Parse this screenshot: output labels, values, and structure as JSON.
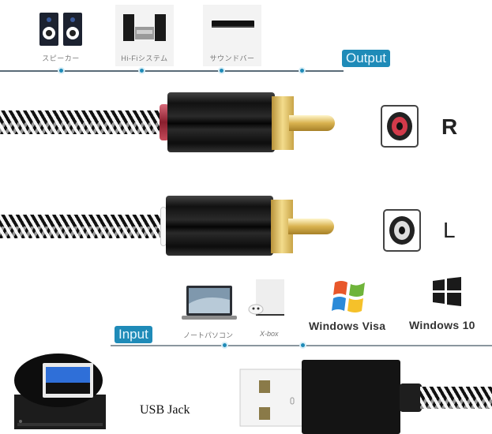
{
  "output_section": {
    "tag": "Output",
    "devices": [
      {
        "label": "スピーカー",
        "icon": "speakers-icon"
      },
      {
        "label": "Hi-Fiシステム",
        "icon": "hifi-system-icon"
      },
      {
        "label": "サウンドバー",
        "icon": "soundbar-icon"
      }
    ]
  },
  "channels": [
    {
      "label": "R",
      "color": "#d23a4a"
    },
    {
      "label": "L",
      "color": "#dddddd"
    }
  ],
  "input_section": {
    "tag": "Input",
    "devices": [
      {
        "label": "ノートパソコン",
        "icon": "laptop-icon"
      },
      {
        "label": "X-box",
        "icon": "xbox-icon"
      },
      {
        "label": "Windows Visa",
        "icon": "windows-vista-logo-icon"
      },
      {
        "label": "Windows 10",
        "icon": "windows-10-logo-icon"
      }
    ]
  },
  "usb": {
    "label": "USB Jack"
  },
  "colors": {
    "accent": "#1f8bb8",
    "line": "#5a6b78",
    "gold": "#d9b24f"
  }
}
